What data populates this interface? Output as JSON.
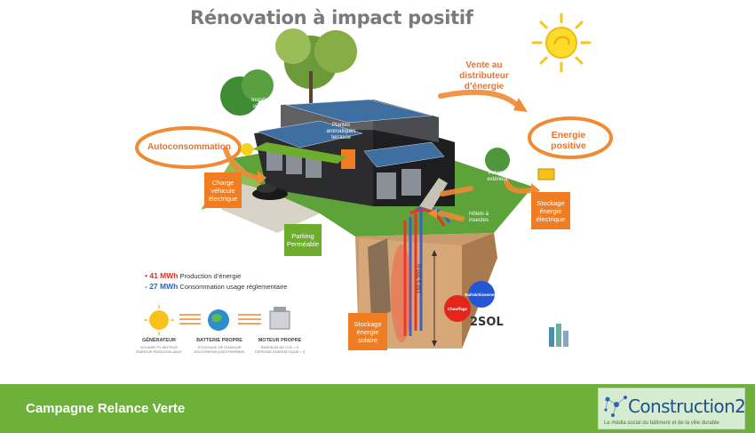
{
  "diagram": {
    "title": "Rénovation à impact positif",
    "vente": "Vente au distributeur d’énergie",
    "energie_positive": "Energie positive",
    "autoconsommation": "Autoconsommation",
    "charge_vehicule": "Charge véhicule électrique",
    "parking": "Parking Perméable",
    "potager": "Potager extérieur",
    "stockage_electrique": "Stockage énergie électrique",
    "stockage_solaire": "Stockage énergie solaire",
    "installation_oiseaux": "Installation à oiseaux sur souches d’arbres",
    "plantes_terrasse": "Plantes aromatiques terrasse",
    "hotels_insectes": "Hôtels à insectes",
    "chauffage": "Chauffage",
    "rafraichissement": "Rafraîchissement",
    "depth": "150 à 200 m",
    "brand_2sol": "2SOL",
    "stat1_value": "• 41 MWh",
    "stat1_label": "Production d’énergie",
    "stat2_value": "- 27 MWh",
    "stat2_label": "Consommation usage réglementaire",
    "legend": [
      {
        "caption": "GÉNÉRATEUR",
        "sub": "SOLAIRE PV MOTEUR ÉNERGIE RENOUVELABLE"
      },
      {
        "caption": "BATTERIE PROPRE",
        "sub": "STOCKAGE DE CHALEUR SOUTERRAIN (GÉOTHERMIE)"
      },
      {
        "caption": "MOTEUR PROPRE",
        "sub": "ÉMISSION DE CO2 = 0 DÉPENSE ÉNERGÉTIQUE = 0"
      }
    ],
    "colors": {
      "orange": "#f07d22",
      "green": "#6cad2c",
      "red": "#e32a1f",
      "blue": "#2f63b3"
    }
  },
  "footer": {
    "title": "Campagne Relance Verte",
    "logo_word": "Construction21",
    "logo_tagline": "Le média social du bâtiment et de la ville durable"
  }
}
